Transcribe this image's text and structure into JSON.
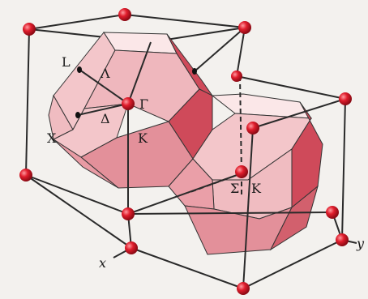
{
  "labels": {
    "L": "L",
    "Lambda": "Λ",
    "Gamma": "Γ",
    "Delta": "Δ",
    "X": "X",
    "K_left": "K",
    "Sigma": "Σ",
    "K_right": "K"
  },
  "axes": {
    "x": "x",
    "y": "y"
  },
  "colors": {
    "background": "#f3f1ee",
    "frame": "#2a2a2a",
    "atom": "#d01826",
    "face_light": "#f3c6ca",
    "face_mid": "#e3909a",
    "face_dark": "#cf4a5a",
    "face_top": "#fbe7e8"
  }
}
